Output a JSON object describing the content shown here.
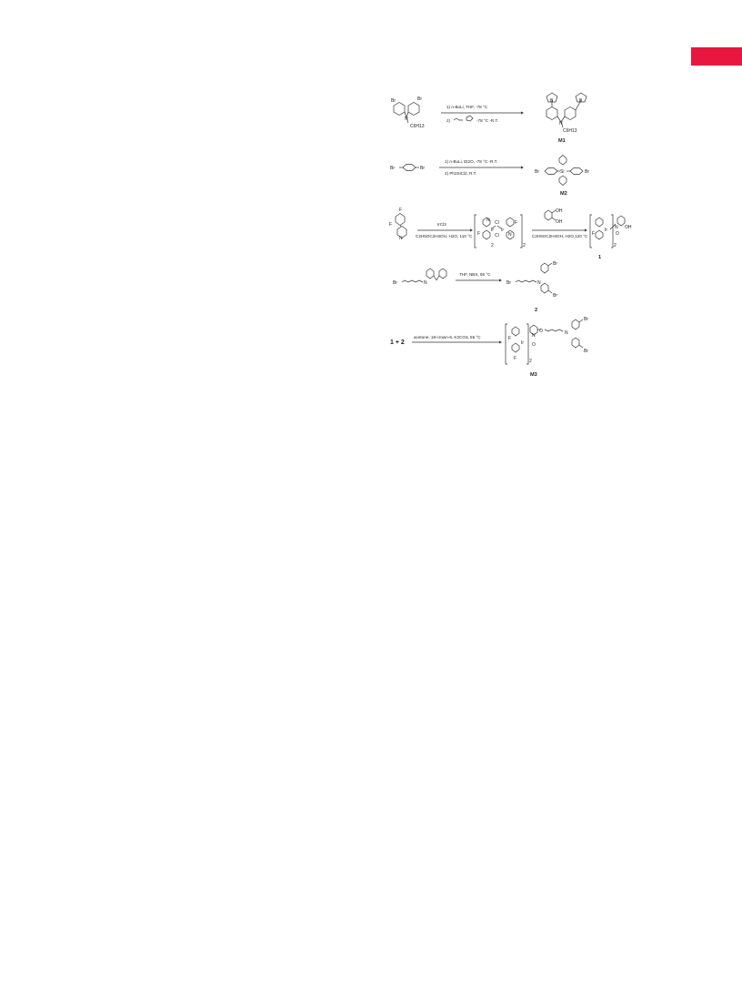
{
  "accent_color": "#e8173f",
  "scheme": {
    "row1": {
      "reactant_subs": {
        "br_left": "Br",
        "br_right": "Br",
        "n": "N",
        "chain": "C6H13"
      },
      "cond1": "1) n-BuLi, THF, -78 °C",
      "cond2": "2)",
      "cond2b": "-78 °C -R.T.",
      "product_subs": {
        "b_left": "B",
        "b_right": "B",
        "n": "N",
        "chain": "C6H13"
      },
      "product_label": "M1"
    },
    "row2": {
      "reactant_subs": {
        "br_left": "Br",
        "br_right": "Br"
      },
      "cond1": "1) n-BuLi, Et2O, -78 °C -R.T.",
      "cond2": "2) Ph2SiCl2, R.T.",
      "product_subs": {
        "br_left": "Br",
        "si": "Si",
        "br_right": "Br"
      },
      "product_label": "M2"
    },
    "row3": {
      "reactant_subs": {
        "f1": "F",
        "f2": "F",
        "n": "N"
      },
      "cond1": "IrCl3",
      "cond2": "C2H5OC2H4OH, H2O, 110 °C",
      "dimer_subs": {
        "ir": "Ir",
        "cl": "Cl",
        "f": "F",
        "n": "N",
        "sub": "2"
      },
      "cond3": "C2H5OC2H4OH, H2O,120 °C",
      "reagent_subs": {
        "oh": "OH"
      },
      "product_subs": {
        "ir": "Ir",
        "n": "N",
        "o": "O",
        "oh": "OH",
        "f": "F",
        "sub": "2"
      },
      "product_label": "1"
    },
    "row4": {
      "reactant_subs": {
        "br": "Br",
        "n": "N"
      },
      "cond1": "THF, NBS, 65 °C",
      "product_subs": {
        "br": "Br",
        "n": "N"
      },
      "product_label": "2"
    },
    "row5": {
      "reactants": "1 + 2",
      "cond1": "acetone, 18-crown-6, K2CO3, 55 °C",
      "product_subs": {
        "ir": "Ir",
        "n": "N",
        "o": "O",
        "f": "F",
        "br": "Br",
        "sub": "2"
      },
      "product_label": "M3"
    }
  }
}
